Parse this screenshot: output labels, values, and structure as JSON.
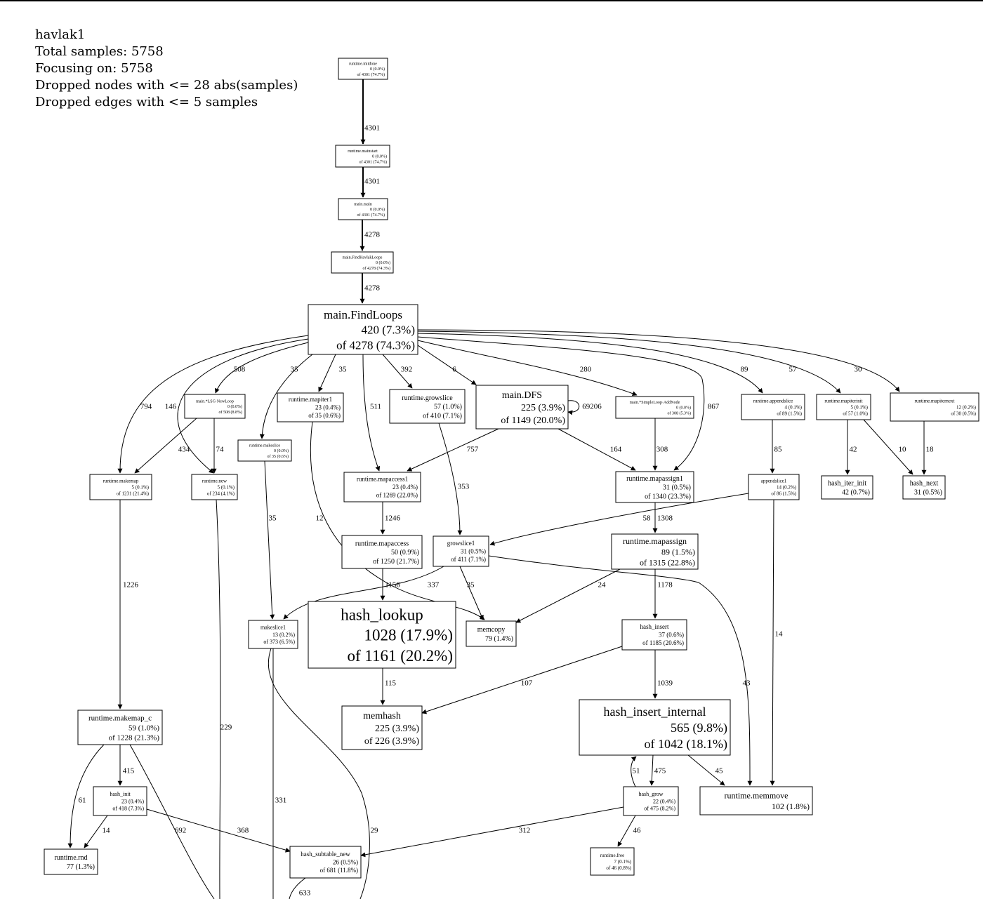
{
  "header": {
    "lines": [
      "havlak1",
      "Total samples: 5758",
      "Focusing on: 5758",
      "Dropped nodes with <= 28 abs(samples)",
      "Dropped edges with <= 5 samples"
    ]
  },
  "graph": {
    "nodes": [
      {
        "id": "initdone",
        "lines": [
          "runtime.initdone",
          "0 (0.0%)",
          "of 4301 (74.7%)"
        ]
      },
      {
        "id": "mainstart",
        "lines": [
          "runtime.mainstart",
          "0 (0.0%)",
          "of 4301 (74.7%)"
        ]
      },
      {
        "id": "mainmain",
        "lines": [
          "main.main",
          "0 (0.0%)",
          "of 4301 (74.7%)"
        ]
      },
      {
        "id": "findhavlak",
        "lines": [
          "main.FindHavlakLoops",
          "0 (0.0%)",
          "of 4278 (74.3%)"
        ]
      },
      {
        "id": "findloops",
        "lines": [
          "main.FindLoops",
          "420 (7.3%)",
          "of 4278 (74.3%)"
        ]
      },
      {
        "id": "lsgnewloop",
        "lines": [
          "main.*LSG·NewLoop",
          "0 (0.0%)",
          "of 508 (8.8%)"
        ]
      },
      {
        "id": "mapiter1",
        "lines": [
          "runtime.mapiter1",
          "23 (0.4%)",
          "of 35 (0.6%)"
        ]
      },
      {
        "id": "growslice",
        "lines": [
          "runtime.growslice",
          "57 (1.0%)",
          "of 410 (7.1%)"
        ]
      },
      {
        "id": "dfs",
        "lines": [
          "main.DFS",
          "225 (3.9%)",
          "of 1149 (20.0%)"
        ]
      },
      {
        "id": "simpleloop",
        "lines": [
          "main.*SimpleLoop·AddNode",
          "0 (0.0%)",
          "of 308 (5.3%)"
        ]
      },
      {
        "id": "appendslice",
        "lines": [
          "runtime.appendslice",
          "4 (0.1%)",
          "of 89 (1.5%)"
        ]
      },
      {
        "id": "mapiterinit",
        "lines": [
          "runtime.mapiterinit",
          "5 (0.1%)",
          "of 57 (1.0%)"
        ]
      },
      {
        "id": "mapiternext",
        "lines": [
          "runtime.mapiternext",
          "12 (0.2%)",
          "of 30 (0.5%)"
        ]
      },
      {
        "id": "makeslice",
        "lines": [
          "runtime.makeslice",
          "0 (0.0%)",
          "of 35 (0.6%)"
        ]
      },
      {
        "id": "makemap",
        "lines": [
          "runtime.makemap",
          "5 (0.1%)",
          "of 1231 (21.4%)"
        ]
      },
      {
        "id": "rtnew",
        "lines": [
          "runtime.new",
          "5 (0.1%)",
          "of 234 (4.1%)"
        ]
      },
      {
        "id": "mapaccess1",
        "lines": [
          "runtime.mapaccess1",
          "23 (0.4%)",
          "of 1269 (22.0%)"
        ]
      },
      {
        "id": "mapassign1",
        "lines": [
          "runtime.mapassign1",
          "31 (0.5%)",
          "of 1340 (23.3%)"
        ]
      },
      {
        "id": "appendslice1",
        "lines": [
          "appendslice1",
          "14 (0.2%)",
          "of 86 (1.5%)"
        ]
      },
      {
        "id": "hashiterinit",
        "lines": [
          "hash_iter_init",
          "42 (0.7%)"
        ]
      },
      {
        "id": "hashnext",
        "lines": [
          "hash_next",
          "31 (0.5%)"
        ]
      },
      {
        "id": "mapaccess",
        "lines": [
          "runtime.mapaccess",
          "50 (0.9%)",
          "of 1250 (21.7%)"
        ]
      },
      {
        "id": "growslice1",
        "lines": [
          "growslice1",
          "31 (0.5%)",
          "of 411 (7.1%)"
        ]
      },
      {
        "id": "mapassign",
        "lines": [
          "runtime.mapassign",
          "89 (1.5%)",
          "of 1315 (22.8%)"
        ]
      },
      {
        "id": "makeslice1",
        "lines": [
          "makeslice1",
          "13 (0.2%)",
          "of 373 (6.5%)"
        ]
      },
      {
        "id": "hashlookup",
        "lines": [
          "hash_lookup",
          "1028 (17.9%)",
          "of 1161 (20.2%)"
        ]
      },
      {
        "id": "memcopy",
        "lines": [
          "memcopy",
          "79 (1.4%)"
        ]
      },
      {
        "id": "hashinsert",
        "lines": [
          "hash_insert",
          "37 (0.6%)",
          "of 1185 (20.6%)"
        ]
      },
      {
        "id": "makemapc",
        "lines": [
          "runtime.makemap_c",
          "59 (1.0%)",
          "of 1228 (21.3%)"
        ]
      },
      {
        "id": "memhash",
        "lines": [
          "memhash",
          "225 (3.9%)",
          "of 226 (3.9%)"
        ]
      },
      {
        "id": "hashinsertint",
        "lines": [
          "hash_insert_internal",
          "565 (9.8%)",
          "of 1042 (18.1%)"
        ]
      },
      {
        "id": "hashinit",
        "lines": [
          "hash_init",
          "23 (0.4%)",
          "of 418 (7.3%)"
        ]
      },
      {
        "id": "hashgrow",
        "lines": [
          "hash_grow",
          "22 (0.4%)",
          "of 475 (8.2%)"
        ]
      },
      {
        "id": "memmove",
        "lines": [
          "runtime.memmove",
          "102 (1.8%)"
        ]
      },
      {
        "id": "rnd",
        "lines": [
          "runtime.rnd",
          "77 (1.3%)"
        ]
      },
      {
        "id": "subtablenew",
        "lines": [
          "hash_subtable_new",
          "26 (0.5%)",
          "of 681 (11.8%)"
        ]
      },
      {
        "id": "rtfree",
        "lines": [
          "runtime.free",
          "7 (0.1%)",
          "of 46 (0.8%)"
        ]
      }
    ],
    "edges": [
      {
        "id": "e-initdone-mainstart",
        "label": "4301"
      },
      {
        "id": "e-mainstart-mainmain",
        "label": "4301"
      },
      {
        "id": "e-mainmain-findhavlak",
        "label": "4278"
      },
      {
        "id": "e-findhavlak-findloops",
        "label": "4278"
      },
      {
        "id": "e-findloops-makemap",
        "label": "794"
      },
      {
        "id": "e-findloops-rtnew",
        "label": "146"
      },
      {
        "id": "e-findloops-lsgnewloop",
        "label": "508"
      },
      {
        "id": "e-findloops-makeslice",
        "label": "35"
      },
      {
        "id": "e-findloops-mapiter1",
        "label": "35"
      },
      {
        "id": "e-findloops-mapaccess1",
        "label": "511"
      },
      {
        "id": "e-findloops-growslice",
        "label": "392"
      },
      {
        "id": "e-findloops-dfs",
        "label": "6"
      },
      {
        "id": "e-findloops-simpleloop",
        "label": "280"
      },
      {
        "id": "e-findloops-mapassign1",
        "label": "867"
      },
      {
        "id": "e-findloops-appendslice",
        "label": "89"
      },
      {
        "id": "e-findloops-mapiterinit",
        "label": "57"
      },
      {
        "id": "e-findloops-mapiternext",
        "label": "30"
      },
      {
        "id": "e-lsgnewloop-makemap",
        "label": "434"
      },
      {
        "id": "e-lsgnewloop-rtnew",
        "label": "74"
      },
      {
        "id": "e-dfs-self",
        "label": "69206"
      },
      {
        "id": "e-dfs-mapaccess1",
        "label": "757"
      },
      {
        "id": "e-dfs-mapassign1",
        "label": "164"
      },
      {
        "id": "e-simpleloop-mapassign1",
        "label": "308"
      },
      {
        "id": "e-appendslice-appendslice1",
        "label": "85"
      },
      {
        "id": "e-mapiterinit-hashiterinit",
        "label": "42"
      },
      {
        "id": "e-mapiterinit-hashnext",
        "label": "10"
      },
      {
        "id": "e-mapiternext-hashnext",
        "label": "18"
      },
      {
        "id": "e-growslice-growslice1",
        "label": "353"
      },
      {
        "id": "e-mapiter1-memcopy",
        "label": "12"
      },
      {
        "id": "e-makeslice-makeslice1",
        "label": "35"
      },
      {
        "id": "e-mapaccess1-mapaccess",
        "label": "1246"
      },
      {
        "id": "e-appendslice1-growslice1",
        "label": "58"
      },
      {
        "id": "e-mapassign1-mapassign",
        "label": "1308"
      },
      {
        "id": "e-makemap-makemapc",
        "label": "1226"
      },
      {
        "id": "e-rtnew-down",
        "label": "229"
      },
      {
        "id": "e-mapaccess-hashlookup",
        "label": "1156"
      },
      {
        "id": "e-growslice1-makeslice1",
        "label": "337"
      },
      {
        "id": "e-growslice1-memcopy",
        "label": "35"
      },
      {
        "id": "e-growslice1-memmove",
        "label": "43"
      },
      {
        "id": "e-mapassign-memcopy",
        "label": "24"
      },
      {
        "id": "e-mapassign-hashinsert",
        "label": "1178"
      },
      {
        "id": "e-appendslice1-memmove",
        "label": "14"
      },
      {
        "id": "e-hashlookup-memhash",
        "label": "115"
      },
      {
        "id": "e-hashinsert-memhash",
        "label": "107"
      },
      {
        "id": "e-hashinsert-hashinsertint",
        "label": "1039"
      },
      {
        "id": "e-makemapc-hashinit",
        "label": "415"
      },
      {
        "id": "e-makemapc-rnd",
        "label": "61"
      },
      {
        "id": "e-makemapc-down",
        "label": "692"
      },
      {
        "id": "e-makeslice1-down",
        "label": "331"
      },
      {
        "id": "e-makeslice1-curve",
        "label": "29"
      },
      {
        "id": "e-hashinsertint-hashgrow",
        "label": "475"
      },
      {
        "id": "e-hashgrow-hashinsertint",
        "label": "51"
      },
      {
        "id": "e-hashinsertint-memmove",
        "label": "45"
      },
      {
        "id": "e-hashinit-rnd",
        "label": "14"
      },
      {
        "id": "e-hashinit-subtablenew",
        "label": "368"
      },
      {
        "id": "e-hashgrow-subtablenew",
        "label": "312"
      },
      {
        "id": "e-hashgrow-rtfree",
        "label": "46"
      },
      {
        "id": "e-subtablenew-down",
        "label": "633"
      }
    ]
  }
}
